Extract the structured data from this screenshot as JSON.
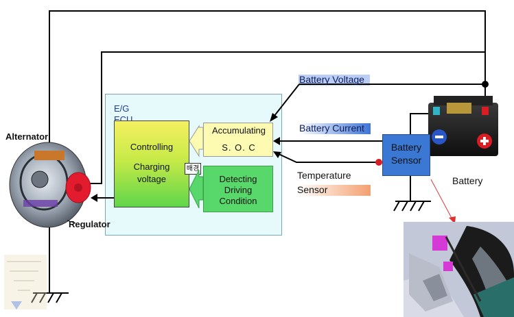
{
  "labels": {
    "alternator": "Alternator",
    "regulator": "Regulator",
    "ecu_line1": "E/G",
    "ecu_line2": "ECU",
    "controlling": "Controlling",
    "charging": "Charging",
    "voltage": "voltage",
    "accumulating": "Accumulating",
    "soc": "S. O. C",
    "detecting": "Detecting",
    "driving": "Driving",
    "condition": "Condition",
    "mini": "배경",
    "battery_voltage": "Battery  Voltage",
    "battery_current": "Battery  Current",
    "temperature": "Temperature",
    "sensor": "Sensor",
    "battery_sensor_1": "Battery",
    "battery_sensor_2": "Sensor",
    "battery": "Battery"
  },
  "colors": {
    "wire": "#000000",
    "ecu_bg": "#e6fafb",
    "soc_bg": "#fdfbb2",
    "detect_bg": "#58d86a",
    "sensor_bg": "#3a78d4",
    "voltage_highlight": "#b9cdf5",
    "current_highlight": "#3f74d6",
    "temp_highlight": "#f4a070",
    "alternator_red": "#e21b2e",
    "battery_plus": "#d81d24",
    "battery_minus": "#2a56c8"
  },
  "icons": {
    "alternator": "alternator-illustration",
    "battery": "car-battery-illustration",
    "ground": "ground-symbol",
    "photo": "engine-bay-photo-inset"
  }
}
